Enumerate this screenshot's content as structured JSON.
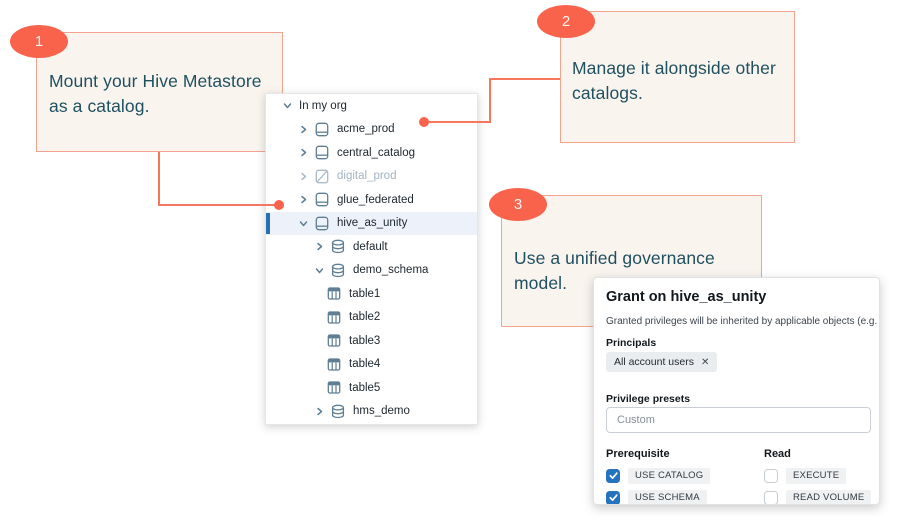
{
  "annotations": [
    {
      "number": "1",
      "text": "Mount your Hive Metastore as a catalog."
    },
    {
      "number": "2",
      "text": "Manage it alongside other catalogs."
    },
    {
      "number": "3",
      "text": "Use a unified governance model."
    }
  ],
  "tree": {
    "items": [
      {
        "label": "In my org",
        "level": 0,
        "expand": "open",
        "icon": "none"
      },
      {
        "label": "acme_prod",
        "level": 1,
        "expand": "closed",
        "icon": "catalog"
      },
      {
        "label": "central_catalog",
        "level": 1,
        "expand": "closed",
        "icon": "catalog"
      },
      {
        "label": "digital_prod",
        "level": 1,
        "expand": "closed",
        "icon": "catalog-off",
        "muted": true
      },
      {
        "label": "glue_federated",
        "level": 1,
        "expand": "closed",
        "icon": "catalog"
      },
      {
        "label": "hive_as_unity",
        "level": 1,
        "expand": "open",
        "icon": "catalog",
        "selected": true
      },
      {
        "label": "default",
        "level": 2,
        "expand": "closed",
        "icon": "schema"
      },
      {
        "label": "demo_schema",
        "level": 2,
        "expand": "open",
        "icon": "schema"
      },
      {
        "label": "table1",
        "level": 3,
        "expand": "none",
        "icon": "table"
      },
      {
        "label": "table2",
        "level": 3,
        "expand": "none",
        "icon": "table"
      },
      {
        "label": "table3",
        "level": 3,
        "expand": "none",
        "icon": "table"
      },
      {
        "label": "table4",
        "level": 3,
        "expand": "none",
        "icon": "table"
      },
      {
        "label": "table5",
        "level": 3,
        "expand": "none",
        "icon": "table"
      },
      {
        "label": "hms_demo",
        "level": 2,
        "expand": "closed",
        "icon": "schema"
      },
      {
        "label": "",
        "level": 2,
        "expand": "none",
        "icon": "schema"
      }
    ]
  },
  "grant_panel": {
    "title": "Grant on hive_as_unity",
    "subtitle": "Granted privileges will be inherited by applicable objects (e.g. schema",
    "principals_label": "Principals",
    "principal_chip": "All account users",
    "chip_remove_icon": "✕",
    "presets_label": "Privilege presets",
    "preset_placeholder": "Custom",
    "columns": [
      {
        "header": "Prerequisite",
        "items": [
          {
            "label": "USE CATALOG",
            "checked": true
          },
          {
            "label": "USE SCHEMA",
            "checked": true
          }
        ]
      },
      {
        "header": "Read",
        "items": [
          {
            "label": "EXECUTE",
            "checked": false
          },
          {
            "label": "READ VOLUME",
            "checked": false
          }
        ]
      }
    ]
  },
  "colors": {
    "accent": "#F9624B",
    "connector": "#F8765C",
    "note_background": "#FAF4EF",
    "note_border": "#F4A48E",
    "note_text": "#1F5060",
    "tree_icon": "#5F7E93",
    "selection_bar": "#2272B4",
    "selection_row": "#EDF2FA",
    "checkbox_checked": "#2573BE"
  }
}
